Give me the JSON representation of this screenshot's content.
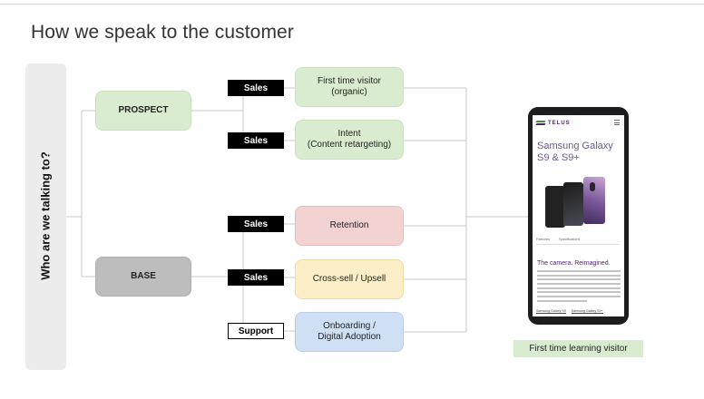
{
  "title": "How we speak to the customer",
  "side_label": "Who are we talking to?",
  "segments": {
    "prospect": "PROSPECT",
    "base": "BASE"
  },
  "tags": [
    "Sales",
    "Sales",
    "Sales",
    "Sales",
    "Support"
  ],
  "outcomes": [
    {
      "label": "First time visitor\n(organic)",
      "color": "#d9ecd0"
    },
    {
      "label": "Intent\n(Content retargeting)",
      "color": "#d9ecd0"
    },
    {
      "label": "Retention",
      "color": "#f3d2d2"
    },
    {
      "label": "Cross-sell / Upsell",
      "color": "#fcefc7"
    },
    {
      "label": "Onboarding /\nDigital Adoption",
      "color": "#cfe0f5"
    }
  ],
  "phone": {
    "brand": "TELUS",
    "product_title": "Samsung Galaxy S9 & S9+",
    "tabs": [
      "Features",
      "Specifications"
    ],
    "subtitle": "The camera. Reimagined.",
    "footer_tabs": [
      "Samsung Galaxy S9",
      "Samsung Galaxy S9+"
    ]
  },
  "caption": "First time learning visitor",
  "icons": [
    "telus-logo-icon",
    "hamburger-menu-icon"
  ],
  "colors": {
    "green": "#d9ecd0",
    "gray": "#bdbdbd",
    "red": "#f3d2d2",
    "yellow": "#fcefc7",
    "blue": "#cfe0f5"
  }
}
